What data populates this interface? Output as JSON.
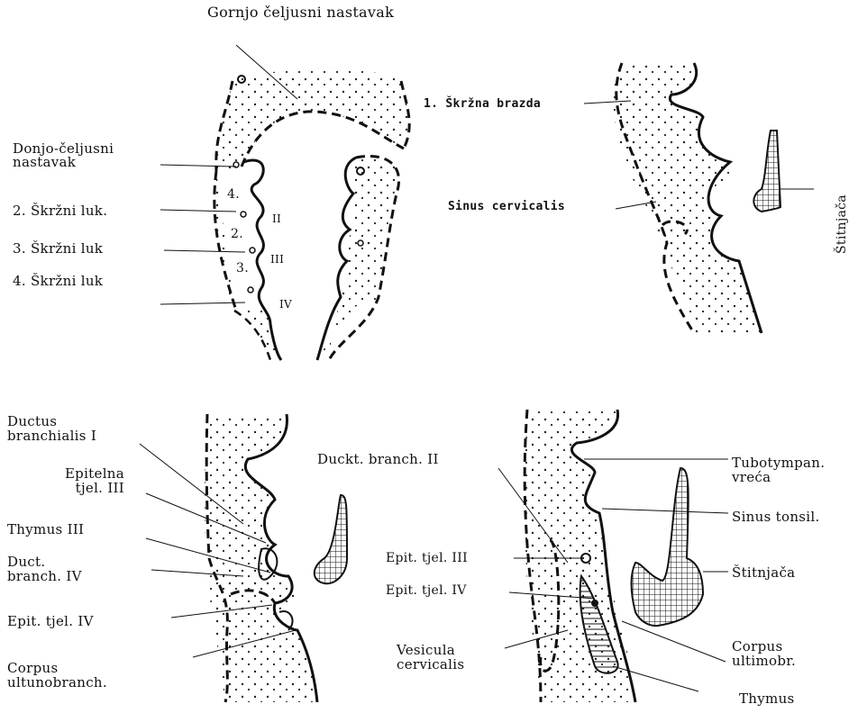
{
  "panels": {
    "top_left": {
      "title": "Gornjo čeljusni nastavak",
      "labels": {
        "donjo": "Donjo-čeljusni\nnastavak",
        "luk2": "2. Škržni luk.",
        "luk3": "3. Škržni luk",
        "luk4": "4. Škržni luk",
        "n4": "4.",
        "n2": "2.",
        "n3": "3.",
        "r2": "II",
        "r3": "III",
        "r4": "IV"
      }
    },
    "top_right": {
      "labels": {
        "brazda": "1. Škržna brazda",
        "sinus": "Sinus cervicalis",
        "stitnjaca": "Štitnjača"
      }
    },
    "bottom_left": {
      "labels": {
        "ductus1": "Ductus\nbranchialis I",
        "epitelna": "Epitelna\ntjel. III",
        "thymus3": "Thymus III",
        "duct4": "Duct.\nbranch. IV",
        "epit4": "Epit. tjel. IV",
        "corpus": "Corpus\nultunobranch.",
        "duckt2": "Duckt. branch. II"
      }
    },
    "bottom_right": {
      "labels": {
        "epit3": "Epit. tjel. III",
        "epit4": "Epit. tjel. IV",
        "vesicula": "Vesicula\ncervicalis",
        "tubo": "Tubotympan.\nvreća",
        "tonsil": "Sinus tonsil.",
        "stitnjaca": "Štitnjača",
        "corpus": "Corpus\nultimobr.",
        "thymus": "Thymus"
      }
    }
  }
}
